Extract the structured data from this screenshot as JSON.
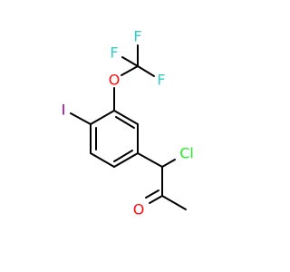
{
  "atoms": {
    "f_top": "F",
    "f_left": "F",
    "f_right": "F",
    "o_ether": "O",
    "iodine": "I",
    "chlorine": "Cl",
    "o_carbonyl": "O"
  },
  "colors": {
    "bond": "#000000",
    "fluorine": "#33CCCC",
    "oxygen": "#FF0D0D",
    "iodine": "#940094",
    "chlorine": "#1FF01F"
  }
}
